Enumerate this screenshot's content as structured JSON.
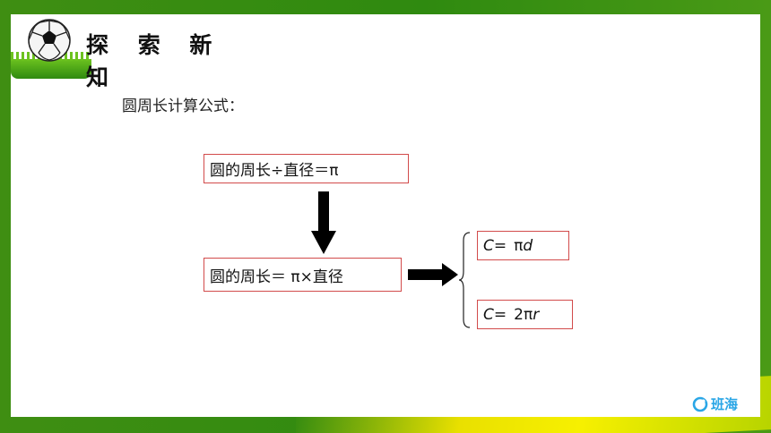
{
  "header": {
    "title": "探 索 新 知"
  },
  "content": {
    "lead": "圆周长计算公式：",
    "formula1": "圆的周长÷直径＝π",
    "formula2": "圆的周长＝ π×直径",
    "result1": {
      "var": "C",
      "eq": "= ",
      "pi": "π",
      "d": "d"
    },
    "result2": {
      "var": "C",
      "eq": "= ",
      "coeff": "2π",
      "r": "r"
    }
  },
  "logo": {
    "text": "班海"
  },
  "colors": {
    "box_border": "#d24b4b",
    "logo_blue": "#2aa6e6",
    "accent_green": "#3f8e12"
  },
  "icons": [
    "soccer-ball-icon",
    "grass-decoration",
    "down-arrow-icon",
    "right-arrow-icon",
    "brace-icon",
    "banhai-logo-icon"
  ]
}
